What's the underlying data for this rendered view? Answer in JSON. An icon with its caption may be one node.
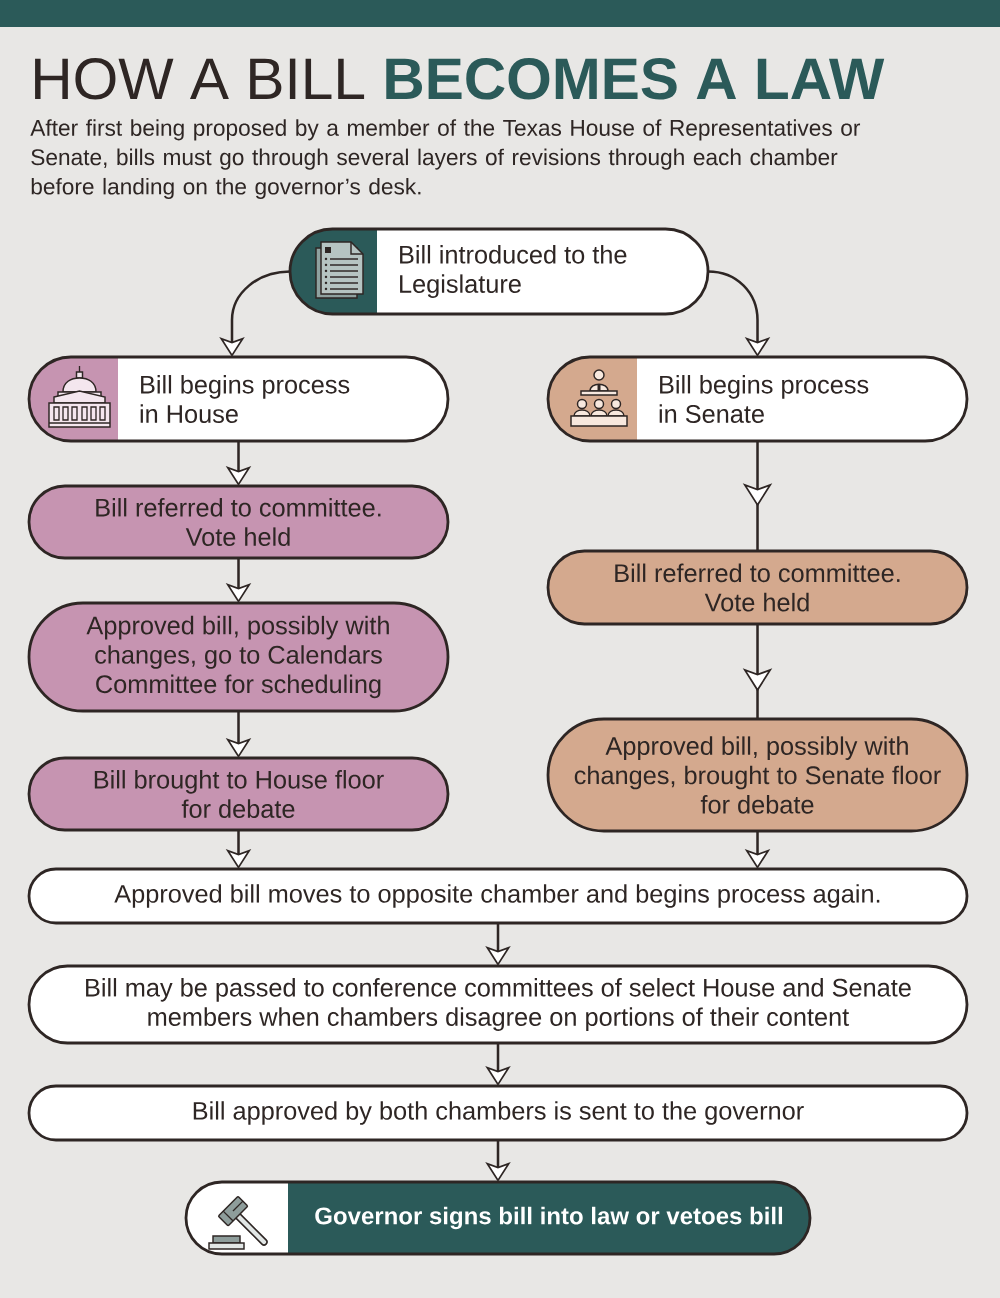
{
  "diagram": {
    "title": "HOW A BILL **BECOMES A LAW**",
    "nodes": [
      {
        "text": [
          "Bill introduced to the Legislature"
        ]
      },
      {
        "text": [
          "Bill begins process in House"
        ]
      },
      {
        "text": [
          "Bill begins process in Senate"
        ]
      },
      {
        "text": [
          "Bill referred to committee. Vote held"
        ]
      },
      {
        "text": [
          "Approved bill, possibly with changes, go to Calendars Committee for scheduling"
        ]
      },
      {
        "text": [
          "Bill brought to House floor for debate"
        ]
      },
      {
        "text": [
          "Bill referred to committee. Vote held"
        ]
      },
      {
        "text": [
          "Approved bill, possibly with changes, brought to Senate floor for debate"
        ]
      },
      {
        "text": [
          "Approved bill moves to opposite chamber and begins process again."
        ]
      },
      {
        "text": [
          "Bill may be passed to conference committees of select House and Senate members when chambers disagree on portions of their content"
        ]
      },
      {
        "text": [
          "Bill approved by both chambers is sent to the governor"
        ]
      },
      {
        "text": [
          "Governor signs bill into law or vetoes bill"
        ]
      }
    ],
    "edges": [
      {
        "from": 0,
        "to": 1,
        "arrow": "to"
      },
      {
        "from": 0,
        "to": 2,
        "arrow": "to"
      },
      {
        "from": 1,
        "to": 3,
        "arrow": "to"
      },
      {
        "from": 3,
        "to": 4,
        "arrow": "to"
      },
      {
        "from": 4,
        "to": 5,
        "arrow": "to"
      },
      {
        "from": 5,
        "to": 8,
        "arrow": "to"
      },
      {
        "from": 2,
        "to": 6,
        "arrow": "to"
      },
      {
        "from": 6,
        "to": 7,
        "arrow": "to"
      },
      {
        "from": 7,
        "to": 8,
        "arrow": "to"
      },
      {
        "from": 8,
        "to": 9,
        "arrow": "to"
      },
      {
        "from": 9,
        "to": 10,
        "arrow": "to"
      },
      {
        "from": 10,
        "to": 11,
        "arrow": "to"
      }
    ],
    "labels": [
      "After first being proposed by a member of the Texas House of Representatives or Senate, bills must go through several layers of revisions through each chamber before landing on the governor’s desk."
    ]
  }
}
